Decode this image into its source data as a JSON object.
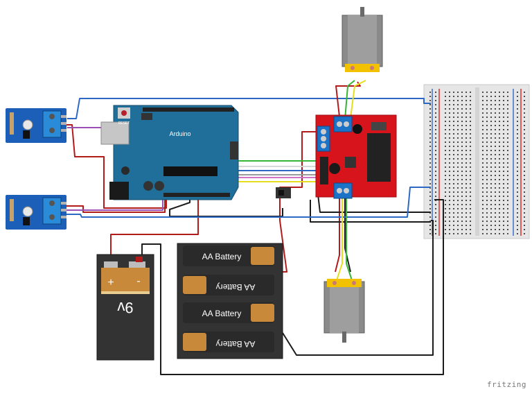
{
  "battery_9v": {
    "plus": "+",
    "minus": "-",
    "voltage": "9v"
  },
  "aa_pack": {
    "cells": [
      "AA Battery",
      "AA Battery",
      "AA Battery",
      "AA Battery"
    ]
  },
  "arduino": {
    "reset": "RESET",
    "brand": "Arduino"
  },
  "watermark": "fritzing",
  "colors": {
    "arduino_blue": "#1f6f9a",
    "driver_red": "#d7141c",
    "terminal_blue": "#1a73c7",
    "sensor_blue": "#1b5fb8",
    "battery_black": "#333333",
    "battery_copper": "#c8893a",
    "motor_grey": "#8a8a8a",
    "breadboard": "#e9e9e9"
  }
}
